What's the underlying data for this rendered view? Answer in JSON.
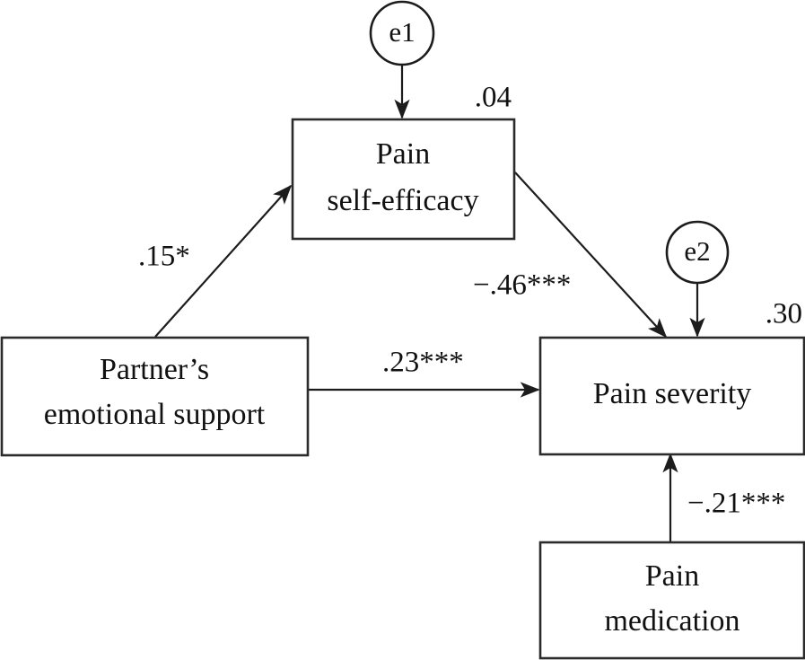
{
  "diagram": {
    "type": "structural-equation-path-diagram",
    "background_color": "#ffffff",
    "stroke_color": "#1c1c1c",
    "text_color": "#111111",
    "nodes": [
      {
        "id": "pain-self-efficacy",
        "shape": "rectangle",
        "line1": "Pain",
        "line2": "self-efficacy"
      },
      {
        "id": "partners-emotional-support",
        "shape": "rectangle",
        "line1": "Partner’s",
        "line2": "emotional support"
      },
      {
        "id": "pain-severity",
        "shape": "rectangle",
        "line1": "Pain severity",
        "line2": ""
      },
      {
        "id": "pain-medication",
        "shape": "rectangle",
        "line1": "Pain",
        "line2": "medication"
      },
      {
        "id": "e1",
        "shape": "circle",
        "label": "e1"
      },
      {
        "id": "e2",
        "shape": "circle",
        "label": "e2"
      }
    ],
    "paths": [
      {
        "id": "support-to-self-efficacy",
        "from": "partners-emotional-support",
        "to": "pain-self-efficacy",
        "coefficient": ".15*"
      },
      {
        "id": "self-efficacy-to-severity",
        "from": "pain-self-efficacy",
        "to": "pain-severity",
        "coefficient": "−.46***"
      },
      {
        "id": "support-to-severity",
        "from": "partners-emotional-support",
        "to": "pain-severity",
        "coefficient": ".23***"
      },
      {
        "id": "medication-to-severity",
        "from": "pain-medication",
        "to": "pain-severity",
        "coefficient": "−.21***"
      },
      {
        "id": "e1-to-self-efficacy",
        "from": "e1",
        "to": "pain-self-efficacy",
        "coefficient": ""
      },
      {
        "id": "e2-to-severity",
        "from": "e2",
        "to": "pain-severity",
        "coefficient": ""
      }
    ],
    "variance_explained": [
      {
        "id": "r2-self-efficacy",
        "node": "pain-self-efficacy",
        "value": ".04"
      },
      {
        "id": "r2-severity",
        "node": "pain-severity",
        "value": ".30"
      }
    ]
  }
}
